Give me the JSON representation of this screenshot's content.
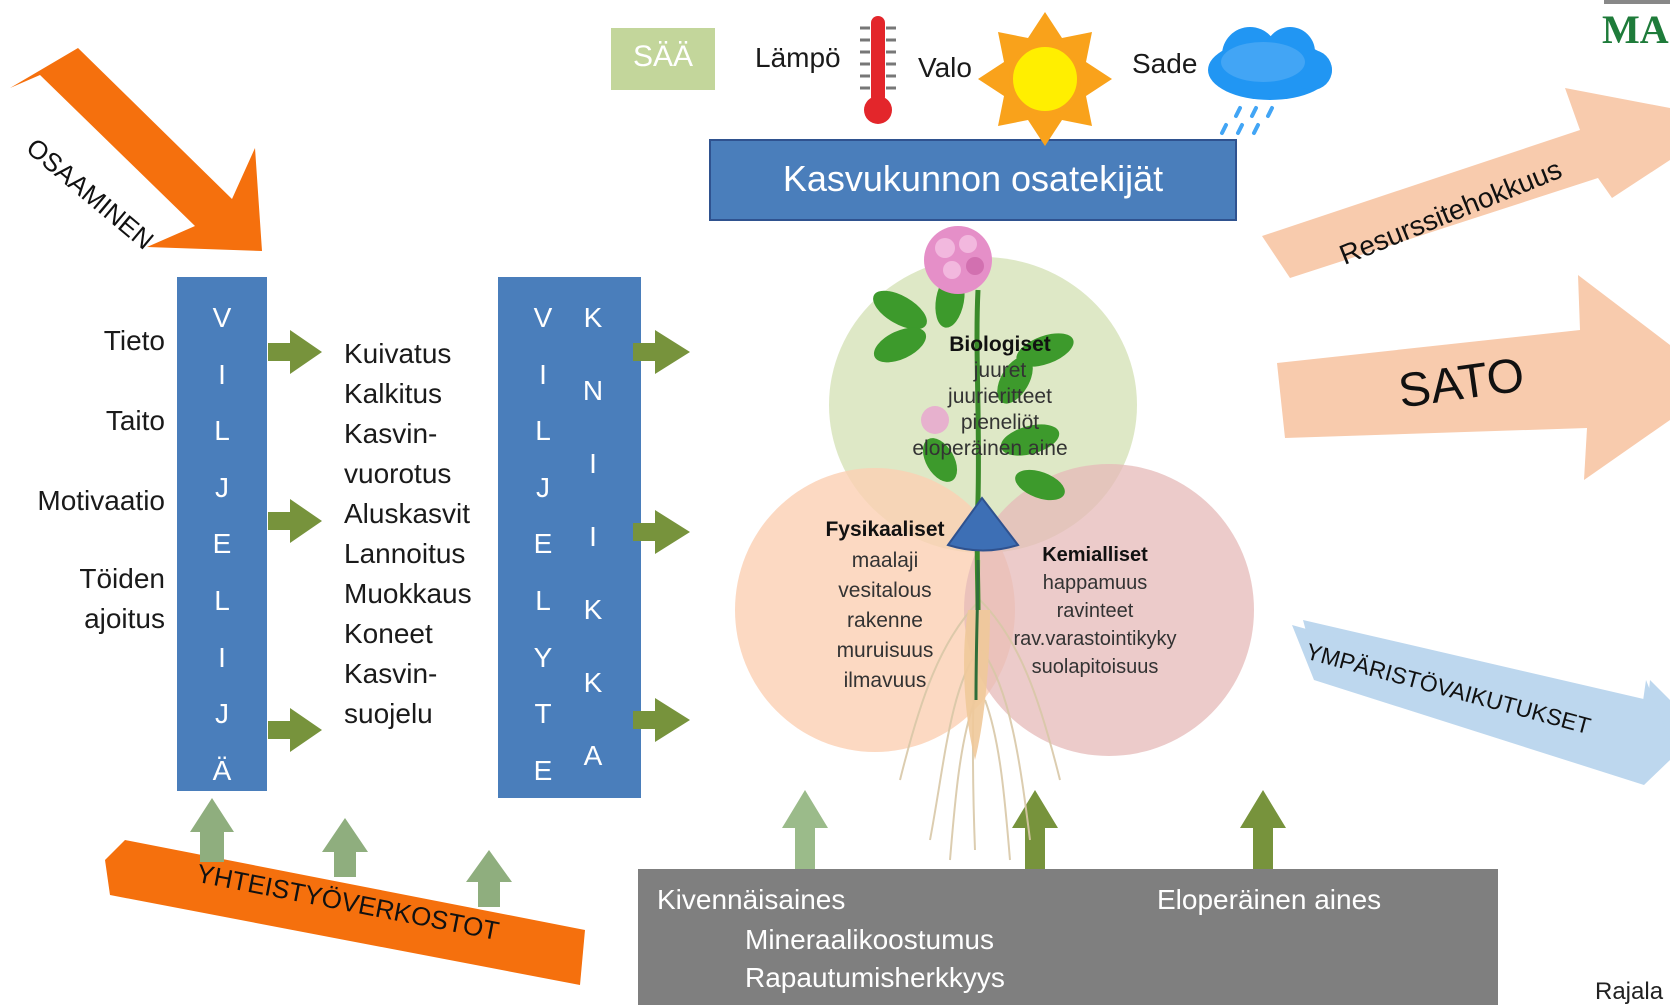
{
  "weather": {
    "label": "SÄÄ",
    "items": [
      {
        "label": "Lämpö",
        "icon": "thermometer-icon"
      },
      {
        "label": "Valo",
        "icon": "sun-icon"
      },
      {
        "label": "Sade",
        "icon": "rain-cloud-icon"
      }
    ]
  },
  "header": {
    "title": "Kasvukunnon osatekijät"
  },
  "arrows": {
    "competence": "OSAAMINEN",
    "networks": "YHTEISTYÖVERKOSTOT",
    "resource_efficiency": "Resurssitehokkuus",
    "yield": "SATO",
    "environmental_impacts": "YMPÄRISTÖVAIKUTUKSET"
  },
  "farmer": {
    "column_letters": [
      "V",
      "I",
      "L",
      "J",
      "E",
      "L",
      "I",
      "J",
      "Ä"
    ],
    "attributes": [
      "Tieto",
      "Taito",
      "Motivaatio",
      "Töiden",
      "ajoitus"
    ]
  },
  "practices": [
    "Kuivatus",
    "Kalkitus",
    "Kasvin-",
    "vuorotus",
    "Aluskasvit",
    "Lannoitus",
    "Muokkaus",
    "Koneet",
    "Kasvin-",
    "suojelu"
  ],
  "technique": {
    "col1": [
      "V",
      "I",
      "L",
      "J",
      "E",
      "L",
      "Y",
      "T",
      "E"
    ],
    "col2": [
      "K",
      "N",
      "I",
      "I",
      "K",
      "K",
      "A"
    ]
  },
  "circles": {
    "biological": {
      "title": "Biologiset",
      "items": [
        "juuret",
        "juurieritteet",
        "pieneliöt",
        "eloperäinen aine"
      ]
    },
    "physical": {
      "title": "Fysikaaliset",
      "items": [
        "maalaji",
        "vesitalous",
        "rakenne",
        "muruisuus",
        "ilmavuus"
      ]
    },
    "chemical": {
      "title": "Kemialliset",
      "items": [
        "happamuus",
        "ravinteet",
        "rav.varastointikyky",
        "suolapitoisuus"
      ]
    }
  },
  "soil_base": {
    "mineral": "Kivennäisaines",
    "mineral_sub": [
      "Mineraalikoostumus",
      "Rapautumisherkkyys"
    ],
    "organic": "Eloperäinen aines"
  },
  "corner": {
    "logo_text": "MA",
    "credit": "Rajala"
  },
  "colors": {
    "blue_box": "#4a7ebb",
    "orange": "#f5700d",
    "peach": "#f8cbad",
    "light_blue": "#bdd7ee",
    "green_arrow": "#77933c",
    "sage": "#c3d69b",
    "grey_box": "#7f7f7f",
    "bio_circle": "#d8e4bc",
    "phys_circle": "#fbd0b3",
    "chem_circle": "#e6b9b8"
  }
}
